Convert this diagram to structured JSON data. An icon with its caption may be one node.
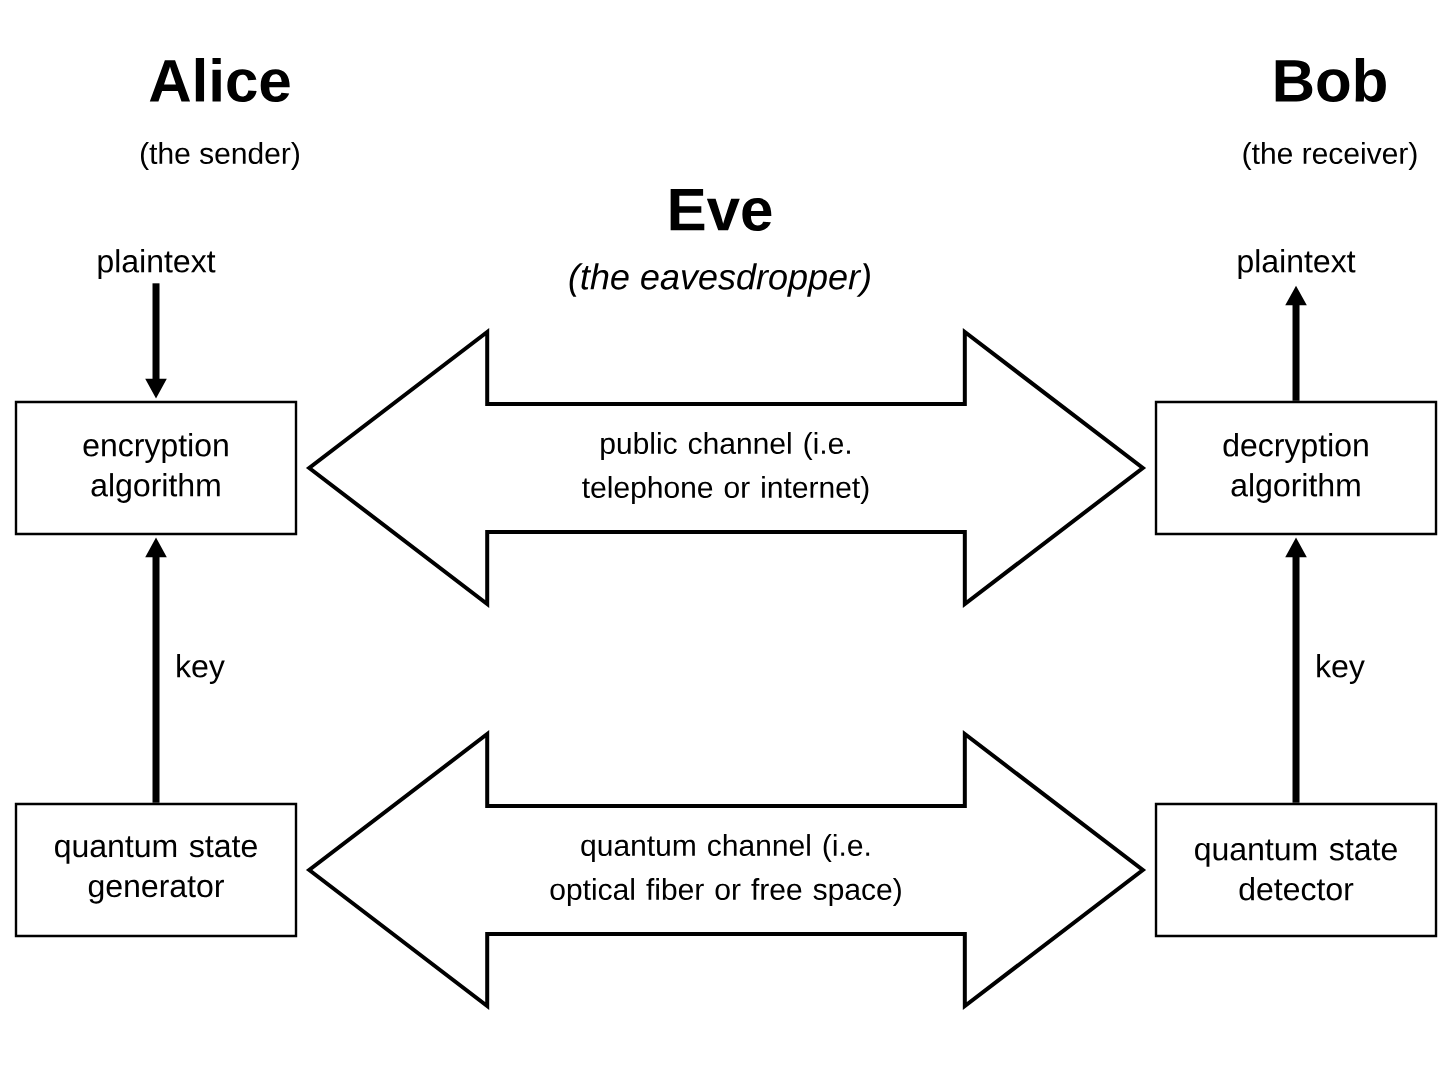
{
  "diagram": {
    "nodes": [
      {
        "text": [
          "plaintext"
        ]
      },
      {
        "text": [
          "encryption algorithm"
        ]
      },
      {
        "text": [
          "quantum state generator"
        ]
      },
      {
        "text": [
          "plaintext"
        ]
      },
      {
        "text": [
          "decryption algorithm"
        ]
      },
      {
        "text": [
          "quantum state detector"
        ]
      }
    ],
    "edges": [
      {
        "from": 0,
        "to": 1,
        "arrow": "to"
      },
      {
        "from": 2,
        "to": 1,
        "arrow": "to",
        "label": "key"
      },
      {
        "from": 4,
        "to": 3,
        "arrow": "to"
      },
      {
        "from": 5,
        "to": 4,
        "arrow": "to",
        "label": "key"
      },
      {
        "from": 1,
        "to": 4,
        "arrow": "both",
        "label": "public channel (i.e. telephone or internet)"
      },
      {
        "from": 2,
        "to": 5,
        "arrow": "both",
        "label": "quantum channel (i.e. optical fiber or free space)"
      }
    ],
    "labels": [
      "Alice",
      "(the sender)",
      "Eve",
      "(the eavesdropper)",
      "Bob",
      "(the receiver)"
    ]
  }
}
